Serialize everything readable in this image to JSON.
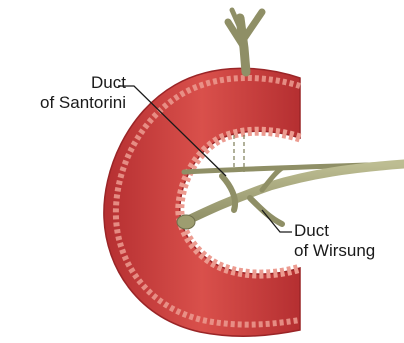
{
  "labels": {
    "santorini": {
      "line1": "Duct",
      "line2": "of Santorini"
    },
    "wirsung": {
      "line1": "Duct",
      "line2": "of Wirsung"
    }
  },
  "colors": {
    "duodenum_outer": "#c8393a",
    "duodenum_inner_lining": "#e98f86",
    "duodenum_wall_dark": "#a82a2c",
    "duct": "#a6a67a",
    "duct_outline": "#7d7d58",
    "leader_line": "#1a1a1a"
  }
}
